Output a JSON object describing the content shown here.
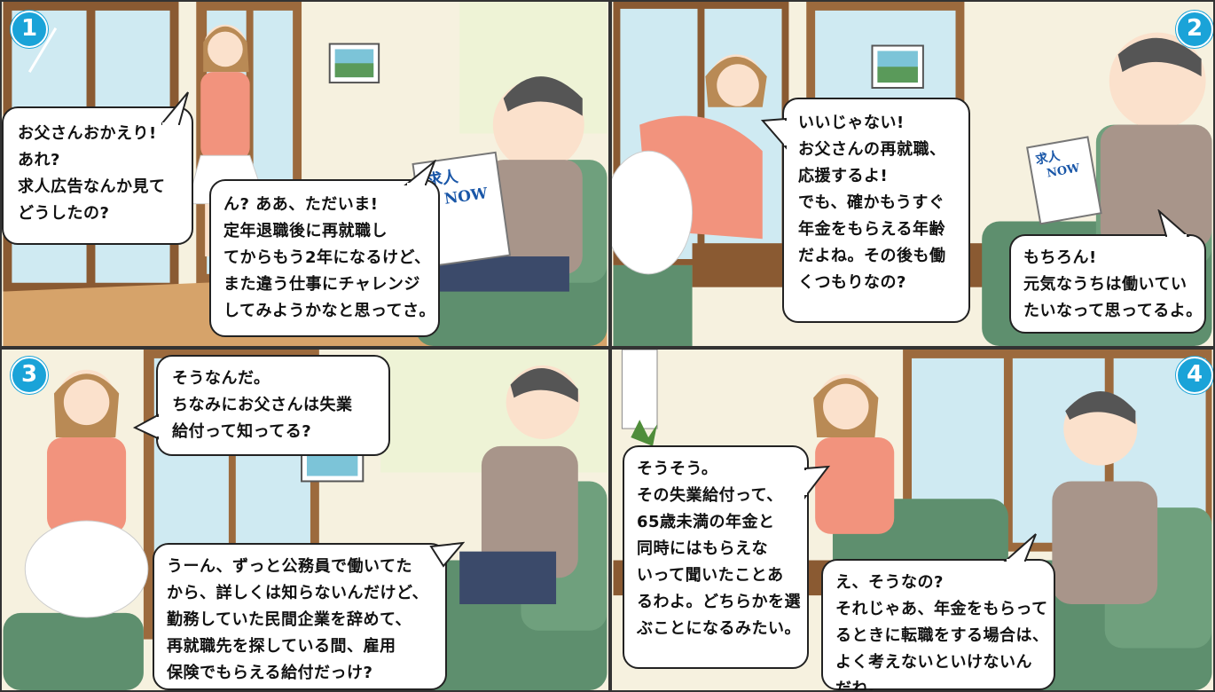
{
  "panels": [
    {
      "number": "1",
      "bubbles": [
        {
          "lines": [
            "お父さんおかえり!",
            "あれ?",
            "求人広告なんか見て",
            "どうしたの?"
          ]
        },
        {
          "lines": [
            "ん? ああ、ただいま!",
            "定年退職後に再就職し",
            "てからもう2年になるけど、",
            "また違う仕事にチャレンジ",
            "してみようかなと思ってさ。"
          ]
        }
      ],
      "paper": {
        "title1": "求人",
        "title2": "NOW"
      }
    },
    {
      "number": "2",
      "bubbles": [
        {
          "lines": [
            "いいじゃない!",
            "お父さんの再就職、",
            "応援するよ!",
            "でも、確かもうすぐ",
            "年金をもらえる年齢",
            "だよね。その後も働",
            "くつもりなの?"
          ]
        },
        {
          "lines": [
            "もちろん!",
            "元気なうちは働いてい",
            "たいなって思ってるよ。"
          ]
        }
      ],
      "paper": {
        "title1": "求人",
        "title2": "NOW"
      }
    },
    {
      "number": "3",
      "bubbles": [
        {
          "lines": [
            "そうなんだ。",
            "ちなみにお父さんは失業",
            "給付って知ってる?"
          ]
        },
        {
          "lines": [
            "うーん、ずっと公務員で働いてた",
            "から、詳しくは知らないんだけど、",
            "勤務していた民間企業を辞めて、",
            "再就職先を探している間、雇用",
            "保険でもらえる給付だっけ?"
          ]
        }
      ]
    },
    {
      "number": "4",
      "bubbles": [
        {
          "lines": [
            "そうそう。",
            "その失業給付って、",
            "65歳未満の年金と",
            "同時にはもらえな",
            "いって聞いたことあ",
            "るわよ。どちらかを選",
            "ぶことになるみたい。"
          ]
        },
        {
          "lines": [
            "え、そうなの?",
            "それじゃあ、年金をもらって",
            "るときに転職をする場合は、",
            "よく考えないといけないん",
            "だね。"
          ]
        }
      ]
    }
  ],
  "colors": {
    "badge": "#1aa3d8",
    "sofa": "#5e8f6e",
    "woman_top": "#f2937d",
    "man_shirt": "#a8958a",
    "wall": "#f6f1df",
    "wood": "#a06a3c"
  }
}
